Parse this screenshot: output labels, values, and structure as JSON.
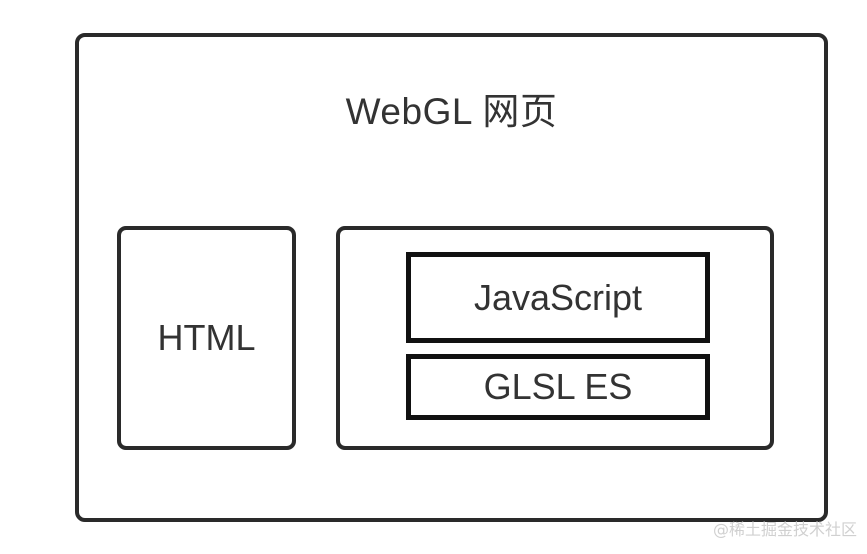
{
  "diagram": {
    "title": "WebGL 网页",
    "html_label": "HTML",
    "js_label": "JavaScript",
    "glsl_label": "GLSL ES"
  },
  "watermark": "@稀土掘金技术社区",
  "colors": {
    "border": "#2a2a2a",
    "inner_border": "#111111",
    "text": "#333333",
    "watermark": "#d0d0d0",
    "background": "#ffffff"
  }
}
